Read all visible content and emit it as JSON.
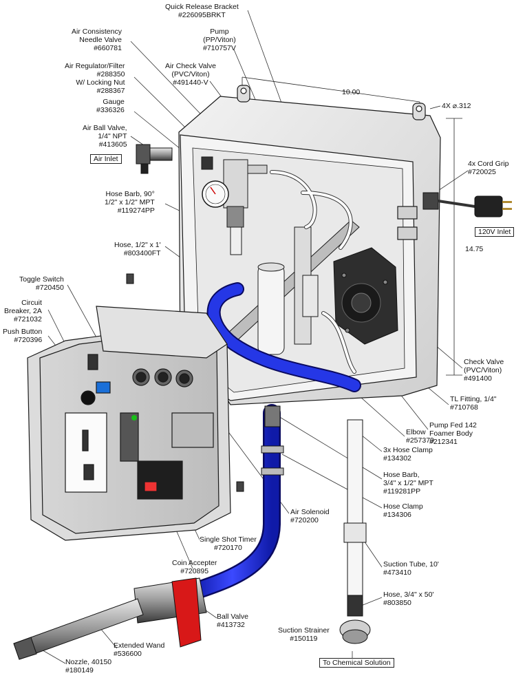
{
  "labels": {
    "quick_release": {
      "name": "Quick Release Bracket",
      "part": "#226095BRKT"
    },
    "pump": {
      "name": "Pump",
      "spec": "(PP/Viton)",
      "part": "#710757V"
    },
    "air_needle": {
      "name": "Air Consistency",
      "name2": "Needle Valve",
      "part": "#660781"
    },
    "air_check": {
      "name": "Air Check Valve",
      "spec": "(PVC/Viton)",
      "part": "#491440-V"
    },
    "air_regulator": {
      "name": "Air Regulator/Filter",
      "part": "#288350",
      "name2": "W/ Locking Nut",
      "part2": "#288367"
    },
    "gauge": {
      "name": "Gauge",
      "part": "#336326"
    },
    "air_ball": {
      "name": "Air Ball Valve,",
      "spec": "1/4\" NPT",
      "part": "#413605"
    },
    "air_inlet": "Air Inlet",
    "cord_grip": {
      "name": "4x Cord Grip",
      "part": "#720025"
    },
    "inlet_120v": "120V Inlet",
    "hose_barb_90": {
      "name": "Hose Barb, 90°",
      "spec": "1/2\" x 1/2\" MPT",
      "part": "#119274PP"
    },
    "hose_half": {
      "name": "Hose, 1/2\" x 1'",
      "part": "#803400FT"
    },
    "toggle": {
      "name": "Toggle Switch",
      "part": "#720450"
    },
    "breaker": {
      "name": "Circuit",
      "name2": "Breaker, 2A",
      "part": "#721032"
    },
    "push_button": {
      "name": "Push Button",
      "part": "#720396"
    },
    "check_valve": {
      "name": "Check Valve",
      "spec": "(PVC/Viton)",
      "part": "#491400"
    },
    "tl_fitting": {
      "name": "TL Fitting, 1/4\"",
      "part": "#710768"
    },
    "pump_fed": {
      "name": "Pump Fed 142",
      "name2": "Foamer Body",
      "part": "#212341"
    },
    "elbow": {
      "name": "Elbow",
      "part": "#257379"
    },
    "hose_clamp_3x": {
      "name": "3x Hose Clamp",
      "part": "#134302"
    },
    "hose_barb_34": {
      "name": "Hose Barb,",
      "spec": "3/4\" x 1/2\" MPT",
      "part": "#119281PP"
    },
    "hose_clamp": {
      "name": "Hose Clamp",
      "part": "#134306"
    },
    "air_solenoid": {
      "name": "Air Solenoid",
      "part": "#720200"
    },
    "timer": {
      "name": "Single Shot Timer",
      "part": "#720170"
    },
    "coin": {
      "name": "Coin Accepter",
      "part": "#720895"
    },
    "suction_tube": {
      "name": "Suction Tube, 10'",
      "part": "#473410"
    },
    "hose_34": {
      "name": "Hose, 3/4\" x 50'",
      "part": "#803850"
    },
    "ball_valve": {
      "name": "Ball Valve",
      "part": "#413732"
    },
    "suction_strainer": {
      "name": "Suction Strainer",
      "part": "#150119"
    },
    "chemical": "To Chemical Solution",
    "wand": {
      "name": "Extended Wand",
      "part": "#536600"
    },
    "nozzle": {
      "name": "Nozzle, 40150",
      "part": "#180149"
    }
  },
  "dimensions": {
    "width": "10.00",
    "height": "14.75",
    "holes": "4X ⌀.312"
  },
  "colors": {
    "hose_blue": "#1f2fd6",
    "handle_red": "#d81818",
    "enclosure": "#e6e6e6",
    "panel": "#c9c9c9",
    "outline": "#1a1a1a"
  }
}
